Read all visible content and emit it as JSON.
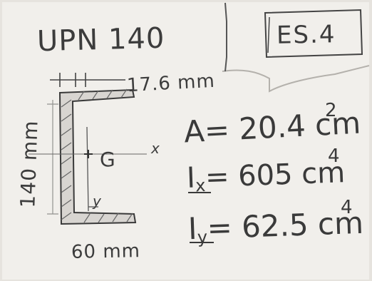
{
  "colors": {
    "paper": "#f1efeb",
    "ink": "#3c3c3c",
    "hatch": "#777777",
    "background": "#e6e3de"
  },
  "header": {
    "section_title": "UPN 140",
    "exercise_tag": "ES.4"
  },
  "dimensions": {
    "flange_thickness": "17.6 mm",
    "height": "140 mm",
    "width": "60 mm"
  },
  "axes": {
    "x_label": "x",
    "y_label": "y",
    "centroid_label": "G"
  },
  "properties": {
    "area": {
      "symbol": "A",
      "value": "= 20.4 cm",
      "exponent": "2"
    },
    "inertia_x": {
      "symbol": "I",
      "subscript": "x",
      "value": "= 605 cm",
      "exponent": "4"
    },
    "inertia_y": {
      "symbol": "I",
      "subscript": "y",
      "value": "= 62.5 cm",
      "exponent": "4"
    }
  }
}
